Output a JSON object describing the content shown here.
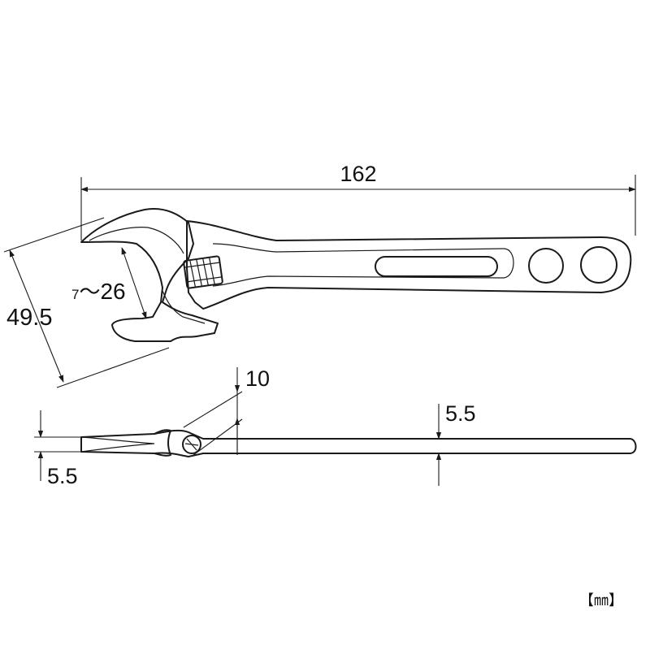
{
  "diagram": {
    "subject": "adjustable wrench",
    "dimensions": {
      "overall_length": "162",
      "head_width": "49.5",
      "jaw_capacity_min": "7",
      "jaw_capacity_sep": "～",
      "jaw_capacity_max": "26",
      "head_thickness": "10",
      "handle_thickness": "5.5",
      "jaw_tip_thickness": "5.5"
    },
    "unit_label": "【㎜】"
  }
}
